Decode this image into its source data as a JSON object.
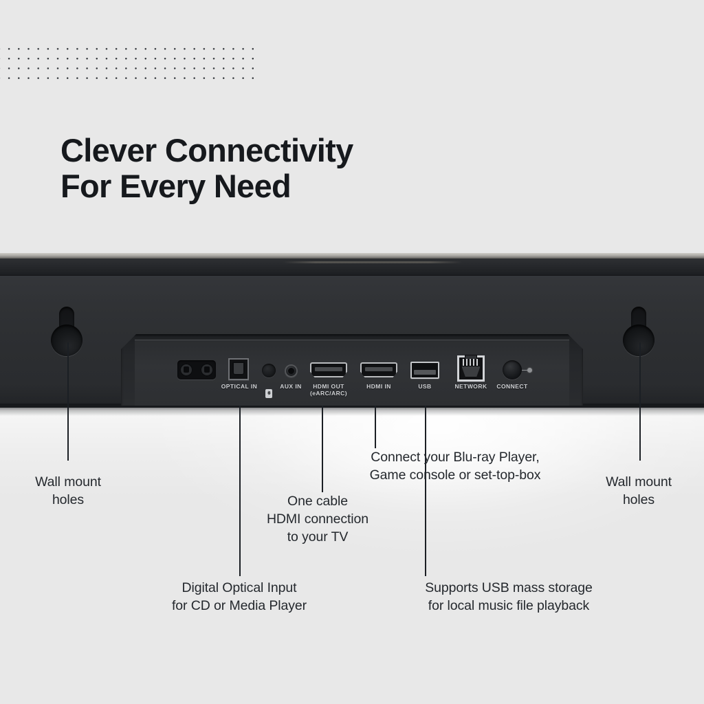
{
  "headline": {
    "text": "Clever Connectivity\nFor Every Need"
  },
  "decor": {
    "dot_grid_name": "dot-grid-pattern"
  },
  "product": {
    "name": "soundbar-rear-panel",
    "wall_mount_left_name": "keyhole-mount-left",
    "wall_mount_right_name": "keyhole-mount-right"
  },
  "ports": [
    {
      "id": "ac-power",
      "label": ""
    },
    {
      "id": "optical-in",
      "label": "OPTICAL IN"
    },
    {
      "id": "bluetooth",
      "label": "␢"
    },
    {
      "id": "aux-in",
      "label": "AUX IN"
    },
    {
      "id": "hdmi-out",
      "label": "HDMI OUT\n(eARC/ARC)"
    },
    {
      "id": "hdmi-in",
      "label": "HDMI IN"
    },
    {
      "id": "usb",
      "label": "USB"
    },
    {
      "id": "network",
      "label": "NETWORK"
    },
    {
      "id": "connect",
      "label": "CONNECT"
    }
  ],
  "callouts": [
    {
      "id": "wall-mount-left",
      "text": "Wall mount\nholes"
    },
    {
      "id": "optical-input",
      "text": "Digital Optical Input\nfor CD or Media Player"
    },
    {
      "id": "hdmi-out-callout",
      "text": "One cable\nHDMI connection\nto your TV"
    },
    {
      "id": "hdmi-in-callout",
      "text": "Connect your Blu-ray Player,\nGame console or set-top-box"
    },
    {
      "id": "usb-callout",
      "text": "Supports USB mass storage\nfor local music file playback"
    },
    {
      "id": "wall-mount-right",
      "text": "Wall mount\nholes"
    }
  ],
  "colors": {
    "background": "#e8e8e8",
    "text": "#24282d",
    "headline": "#16191d",
    "bar_body": "#2c2e31",
    "port_label": "#cfd1d4"
  }
}
